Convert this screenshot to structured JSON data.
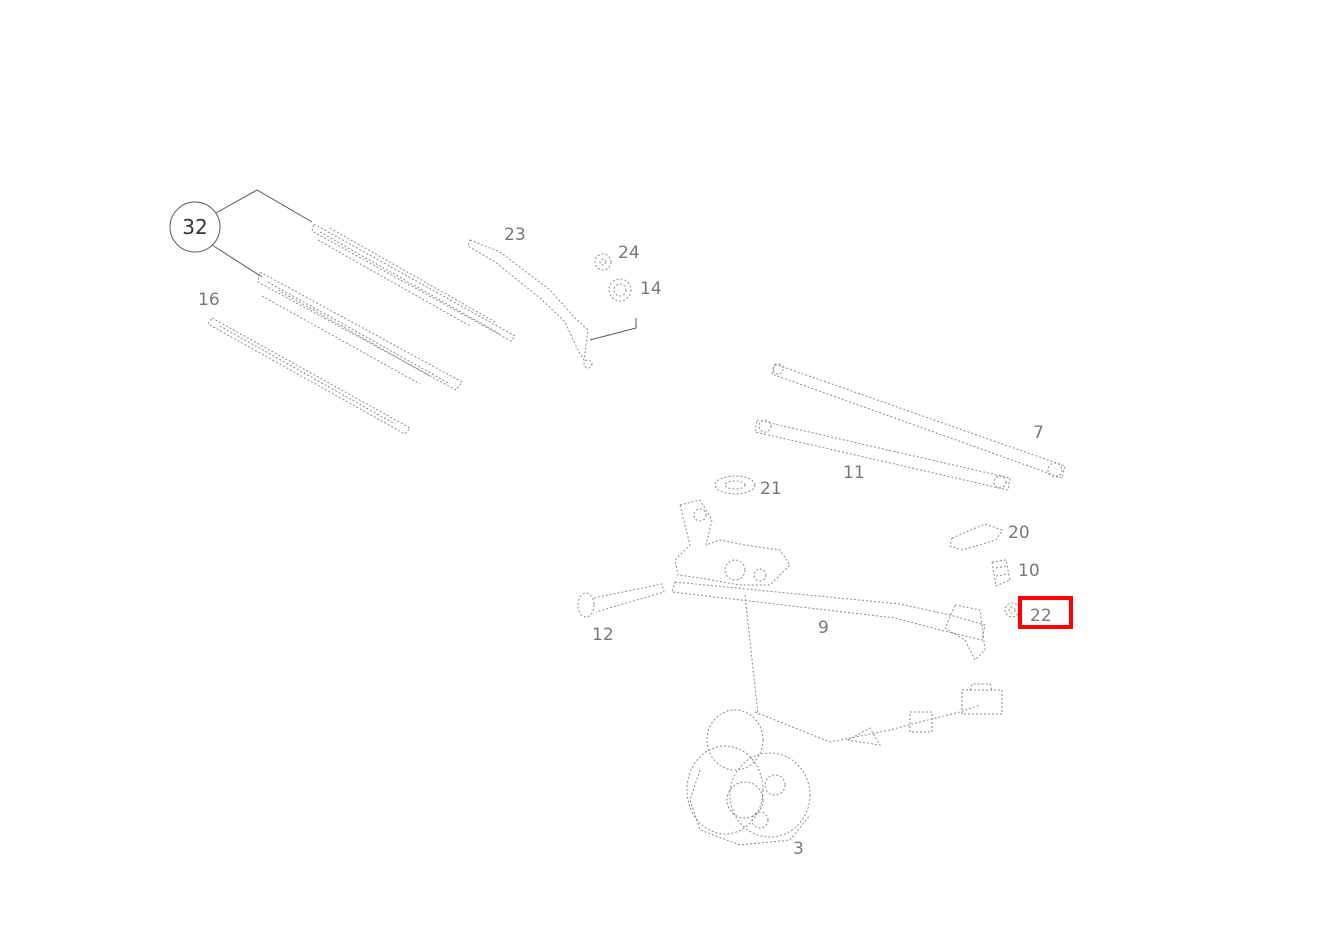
{
  "diagram": {
    "assembly_label": "32",
    "callouts": [
      {
        "id": "23",
        "label": "23"
      },
      {
        "id": "24",
        "label": "24"
      },
      {
        "id": "14",
        "label": "14"
      },
      {
        "id": "16",
        "label": "16"
      },
      {
        "id": "7",
        "label": "7"
      },
      {
        "id": "11",
        "label": "11"
      },
      {
        "id": "21",
        "label": "21"
      },
      {
        "id": "20",
        "label": "20"
      },
      {
        "id": "10",
        "label": "10"
      },
      {
        "id": "22",
        "label": "22"
      },
      {
        "id": "12",
        "label": "12"
      },
      {
        "id": "9",
        "label": "9"
      },
      {
        "id": "3",
        "label": "3"
      }
    ],
    "selected_part": "22",
    "highlight_color": "#ff0000"
  }
}
